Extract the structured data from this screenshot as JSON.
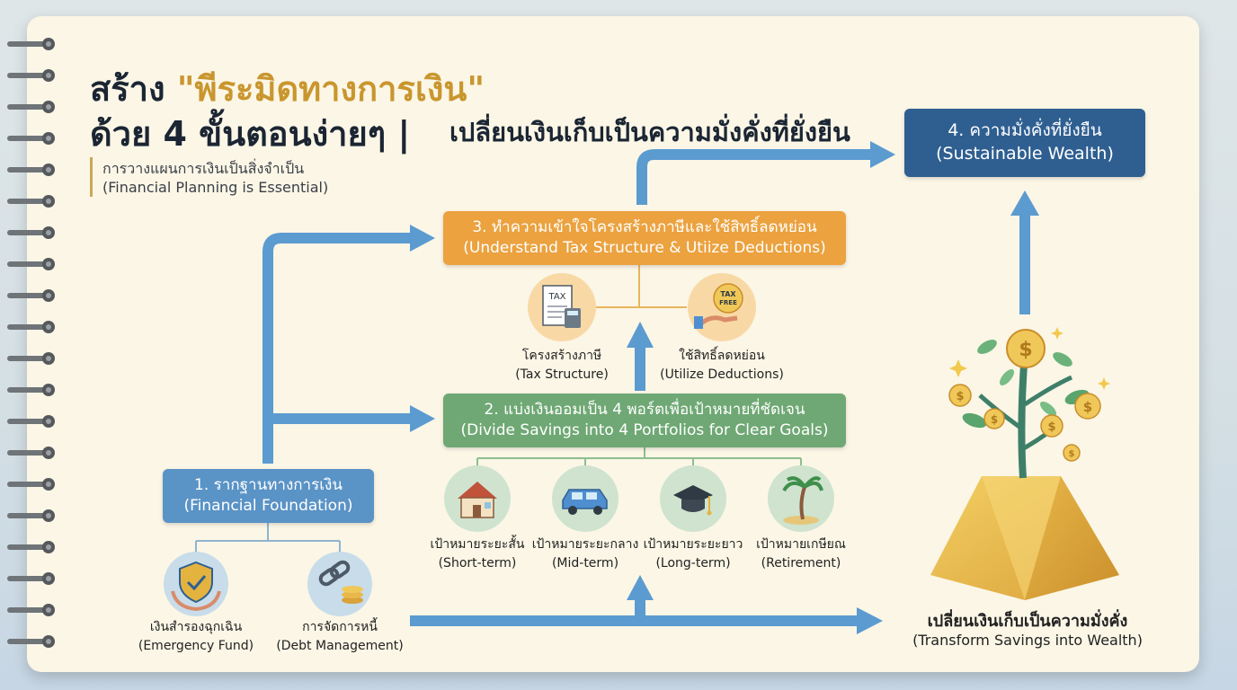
{
  "header": {
    "title_part1": "สร้าง ",
    "title_highlight": "\"พีระมิดทางการเงิน\"",
    "title_line2": "ด้วย 4 ขั้นตอนง่ายๆ |",
    "tagline": "เปลี่ยนเงินเก็บเป็นความมั่งคั่งที่ยั่งยืน",
    "subtitle_th": "การวางแผนการเงินเป็นสิ่งจำเป็น",
    "subtitle_en": "(Financial Planning is Essential)"
  },
  "steps": {
    "step1": {
      "th": "1. รากฐานทางการเงิน",
      "en": "(Financial Foundation)"
    },
    "step2": {
      "th": "2. แบ่งเงินออมเป็น 4 พอร์ตเพื่อเป้าหมายที่ชัดเจน",
      "en": "(Divide Savings into 4 Portfolios for Clear Goals)"
    },
    "step3": {
      "th": "3. ทำความเข้าใจโครงสร้างภาษีและใช้สิทธิ์ลดหย่อน",
      "en": "(Understand Tax Structure & Utiize Deductions)"
    },
    "step4": {
      "th": "4. ความมั่งคั่งที่ยั่งยืน",
      "en": "(Sustainable Wealth)"
    }
  },
  "foundation_items": [
    {
      "th": "เงินสำรองฉุกเฉิน",
      "en": "(Emergency Fund)",
      "icon": "shield-hands-icon"
    },
    {
      "th": "การจัดการหนี้",
      "en": "(Debt Management)",
      "icon": "chain-coins-icon"
    }
  ],
  "portfolio_items": [
    {
      "th": "เป้าหมายระยะสั้น",
      "en": "(Short-term)",
      "icon": "house-icon"
    },
    {
      "th": "เป้าหมายระยะกลาง",
      "en": "(Mid-term)",
      "icon": "car-icon"
    },
    {
      "th": "เป้าหมายระยะยาว",
      "en": "(Long-term)",
      "icon": "graduation-cap-icon"
    },
    {
      "th": "เป้าหมายเกษียณ",
      "en": "(Retirement)",
      "icon": "palm-tree-icon"
    }
  ],
  "tax_items": [
    {
      "th": "โครงสร้างภาษี",
      "en": "(Tax Structure)",
      "icon": "tax-document-icon",
      "badge": "TAX"
    },
    {
      "th": "ใช้สิทธิ์ลดหย่อน",
      "en": "(Utilize Deductions)",
      "icon": "tax-free-hand-icon",
      "badge1": "TAX",
      "badge2": "FREE"
    }
  ],
  "pyramid": {
    "th": "เปลี่ยนเงินเก็บเป็นความมั่งคั่ง",
    "en": "(Transform Savings into Wealth)",
    "coin_symbol": "$"
  },
  "colors": {
    "blue": "#5a93c6",
    "green": "#6fa874",
    "orange": "#eba23f",
    "navy": "#2f5f91",
    "gold": "#e4b33f",
    "arrow": "#5b9bd0"
  }
}
